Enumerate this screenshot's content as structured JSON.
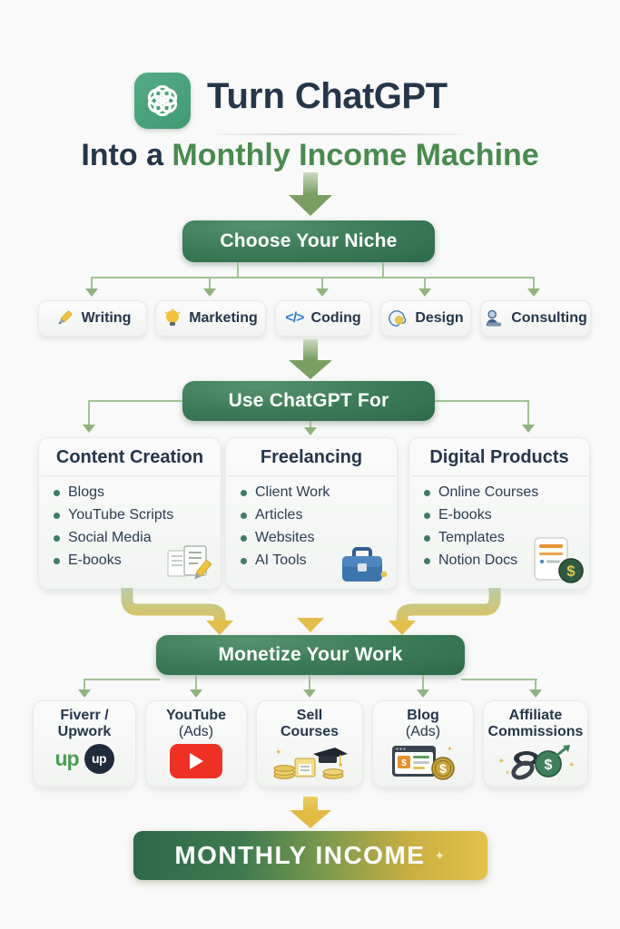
{
  "header": {
    "title_part1": "Turn",
    "title_part2": "ChatGPT",
    "subtitle_part1": "Into a ",
    "subtitle_part2": "Monthly Income Machine"
  },
  "flow": {
    "step1_banner": "Choose Your Niche",
    "step2_banner": "Use ChatGPT For",
    "step3_banner": "Monetize Your Work",
    "final_banner": "MONTHLY INCOME"
  },
  "niches": [
    {
      "label": "Writing",
      "icon": "pencil-icon"
    },
    {
      "label": "Marketing",
      "icon": "lightbulb-icon"
    },
    {
      "label": "Coding",
      "icon": "code-icon",
      "glyph": "</>"
    },
    {
      "label": "Design",
      "icon": "palette-icon"
    },
    {
      "label": "Consulting",
      "icon": "person-icon"
    }
  ],
  "columns": [
    {
      "title": "Content Creation",
      "items": [
        "Blogs",
        "YouTube Scripts",
        "Social Media",
        "E-books"
      ],
      "icon": "document-pencil-icon"
    },
    {
      "title": "Freelancing",
      "items": [
        "Client Work",
        "Articles",
        "Websites",
        "AI Tools"
      ],
      "icon": "briefcase-icon"
    },
    {
      "title": "Digital Products",
      "items": [
        "Online Courses",
        "E-books",
        "Templates",
        "Notion Docs"
      ],
      "icon": "notepad-dollar-icon"
    }
  ],
  "monetization": [
    {
      "line1": "Fiverr /",
      "line2": "Upwork",
      "icon": "upwork-logos-icon",
      "logo_text": "up",
      "badge_text": "up"
    },
    {
      "line1": "YouTube",
      "line2": "(Ads)",
      "icon": "youtube-play-icon"
    },
    {
      "line1": "Sell",
      "line2": "Courses",
      "icon": "graduation-cap-coins-icon"
    },
    {
      "line1": "Blog",
      "line2": "(Ads)",
      "icon": "browser-ads-dollar-icon"
    },
    {
      "line1": "Affiliate",
      "line2": "Commissions",
      "icon": "chain-link-dollar-icon"
    }
  ],
  "decorations": {
    "sparkle": "✦",
    "dollar": "$"
  },
  "colors": {
    "banner_green_dark": "#2e6a4b",
    "banner_green_light": "#55926d",
    "headline_navy": "#26364a",
    "headline_green": "#4a8a4f",
    "connector_sage": "#9dbd8d",
    "arrow_yellow": "#e4bd4b",
    "income_gradient_end": "#e3c24a",
    "youtube_red": "#ee3124",
    "upwork_green": "#4a9e52"
  }
}
